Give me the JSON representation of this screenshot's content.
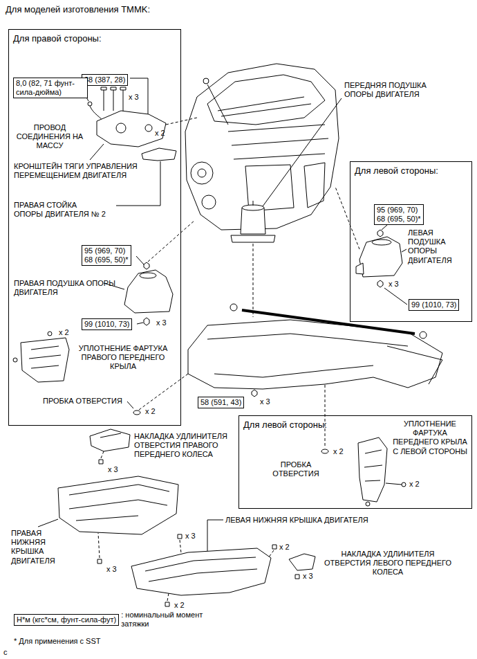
{
  "diagram": {
    "title": "Для моделей изготовления TMMK:",
    "nodes": [
      {
        "text": [
          "Для правой стороны:"
        ]
      },
      {
        "text": [
          "38 (387, 28)"
        ],
        "in": 0
      },
      {
        "text": [
          "8,0 (82, 71 фунт-сила-дюйма)"
        ],
        "in": 0
      },
      {
        "text": [
          "95 (969, 70)",
          "68 (695, 50)*"
        ],
        "in": 0
      },
      {
        "text": [
          "99 (1010, 73)"
        ],
        "in": 0
      },
      {
        "text": [
          "Для левой стороны:"
        ]
      },
      {
        "text": [
          "95 (969, 70)",
          "68 (695, 50)*"
        ],
        "in": 5
      },
      {
        "text": [
          "99 (1010, 73)"
        ],
        "in": 5
      },
      {
        "text": [
          "58 (591, 43)"
        ]
      },
      {
        "text": [
          "Для левой стороны:"
        ]
      },
      {
        "text": [
          "Н*м (кгс*см, фунт-сила-фут)",
          ": номинальный момент затяжки"
        ]
      }
    ],
    "labels": [
      "x 3",
      "x 2",
      "ПРОВОД СОЕДИНЕНИЯ НА МАССУ",
      "КРОНШТЕЙН ТЯГИ УПРАВЛЕНИЯ ПЕРЕМЕЩЕНИЕМ ДВИГАТЕЛЯ",
      "ПРАВАЯ СТОЙКА ОПОРЫ ДВИГАТЕЛЯ № 2",
      "ПРАВАЯ ПОДУШКА ОПОРЫ ДВИГАТЕЛЯ",
      "x 3",
      "x 2",
      "УПЛОТНЕНИЕ ФАРТУКА ПРАВОГО ПЕРЕДНЕГО КРЫЛА",
      "ПРОБКА ОТВЕРСТИЯ",
      "x 2",
      "ПЕРЕДНЯЯ ПОДУШКА ОПОРЫ ДВИГАТЕЛЯ",
      "ЛЕВАЯ ПОДУШКА ОПОРЫ ДВИГАТЕЛЯ",
      "x 3",
      "x 3",
      "НАКЛАДКА УДЛИНИТЕЛЯ ОТВЕРСТИЯ ПРАВОГО ПЕРЕДНЕГО КОЛЕСА",
      "x 3",
      "ЛЕВАЯ НИЖНЯЯ КРЫШКА ДВИГАТЕЛЯ",
      "x 3",
      "ПРАВАЯ НИЖНЯЯ КРЫШКА ДВИГАТЕЛЯ",
      "x 3",
      "x 2",
      "НАКЛАДКА УДЛИНИТЕЛЯ ОТВЕРСТИЯ ЛЕВОГО ПЕРЕДНЕГО КОЛЕСА",
      "x 3",
      "x 2",
      "УПЛОТНЕНИЕ ФАРТУКА ПЕРЕДНЕГО КРЫЛА С ЛЕВОЙ СТОРОНЫ",
      "x 2",
      "ПРОБКА ОТВЕРСТИЯ",
      "x 2",
      "* Для применения с SST",
      "c"
    ]
  }
}
